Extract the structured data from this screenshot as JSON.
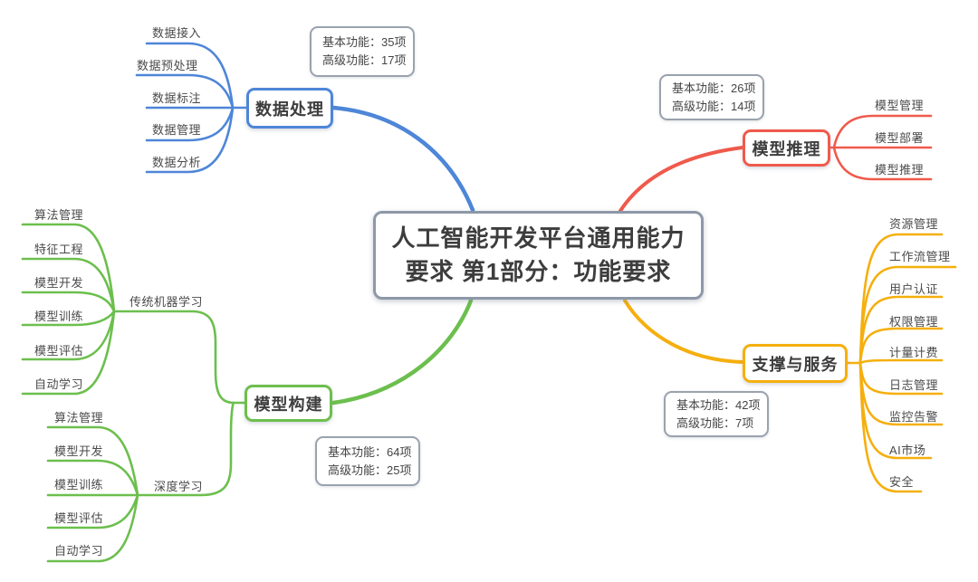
{
  "center": {
    "line1": "人工智能开发平台通用能力",
    "line2": "要求 第1部分：功能要求"
  },
  "colors": {
    "blue_branch": "#4E86D8",
    "red_branch": "#EF5A4C",
    "green_branch": "#6CBF4E",
    "yellow_branch": "#F5AF0E",
    "center_border": "#8D98A8",
    "note_border": "#9AA2AE",
    "title_text": "#3D3D3D",
    "leaf_text": "#4A4A4A"
  },
  "branches": [
    {
      "label": "数据处理",
      "note": {
        "line1": "基本功能：35项",
        "line2": "高级功能：17项"
      },
      "children": [
        "数据接入",
        "数据预处理",
        "数据标注",
        "数据管理",
        "数据分析"
      ]
    },
    {
      "label": "模型推理",
      "note": {
        "line1": "基本功能：26项",
        "line2": "高级功能：14项"
      },
      "children": [
        "模型管理",
        "模型部署",
        "模型推理"
      ]
    },
    {
      "label": "模型构建",
      "note": {
        "line1": "基本功能：64项",
        "line2": "高级功能：25项"
      },
      "subbranches": [
        {
          "label": "传统机器学习",
          "children": [
            "算法管理",
            "特征工程",
            "模型开发",
            "模型训练",
            "模型评估",
            "自动学习"
          ]
        },
        {
          "label": "深度学习",
          "children": [
            "算法管理",
            "模型开发",
            "模型训练",
            "模型评估",
            "自动学习"
          ]
        }
      ]
    },
    {
      "label": "支撑与服务",
      "note": {
        "line1": "基本功能：42项",
        "line2": "高级功能：7项"
      },
      "children": [
        "资源管理",
        "工作流管理",
        "用户认证",
        "权限管理",
        "计量计费",
        "日志管理",
        "监控告警",
        "AI市场",
        "安全"
      ]
    }
  ]
}
